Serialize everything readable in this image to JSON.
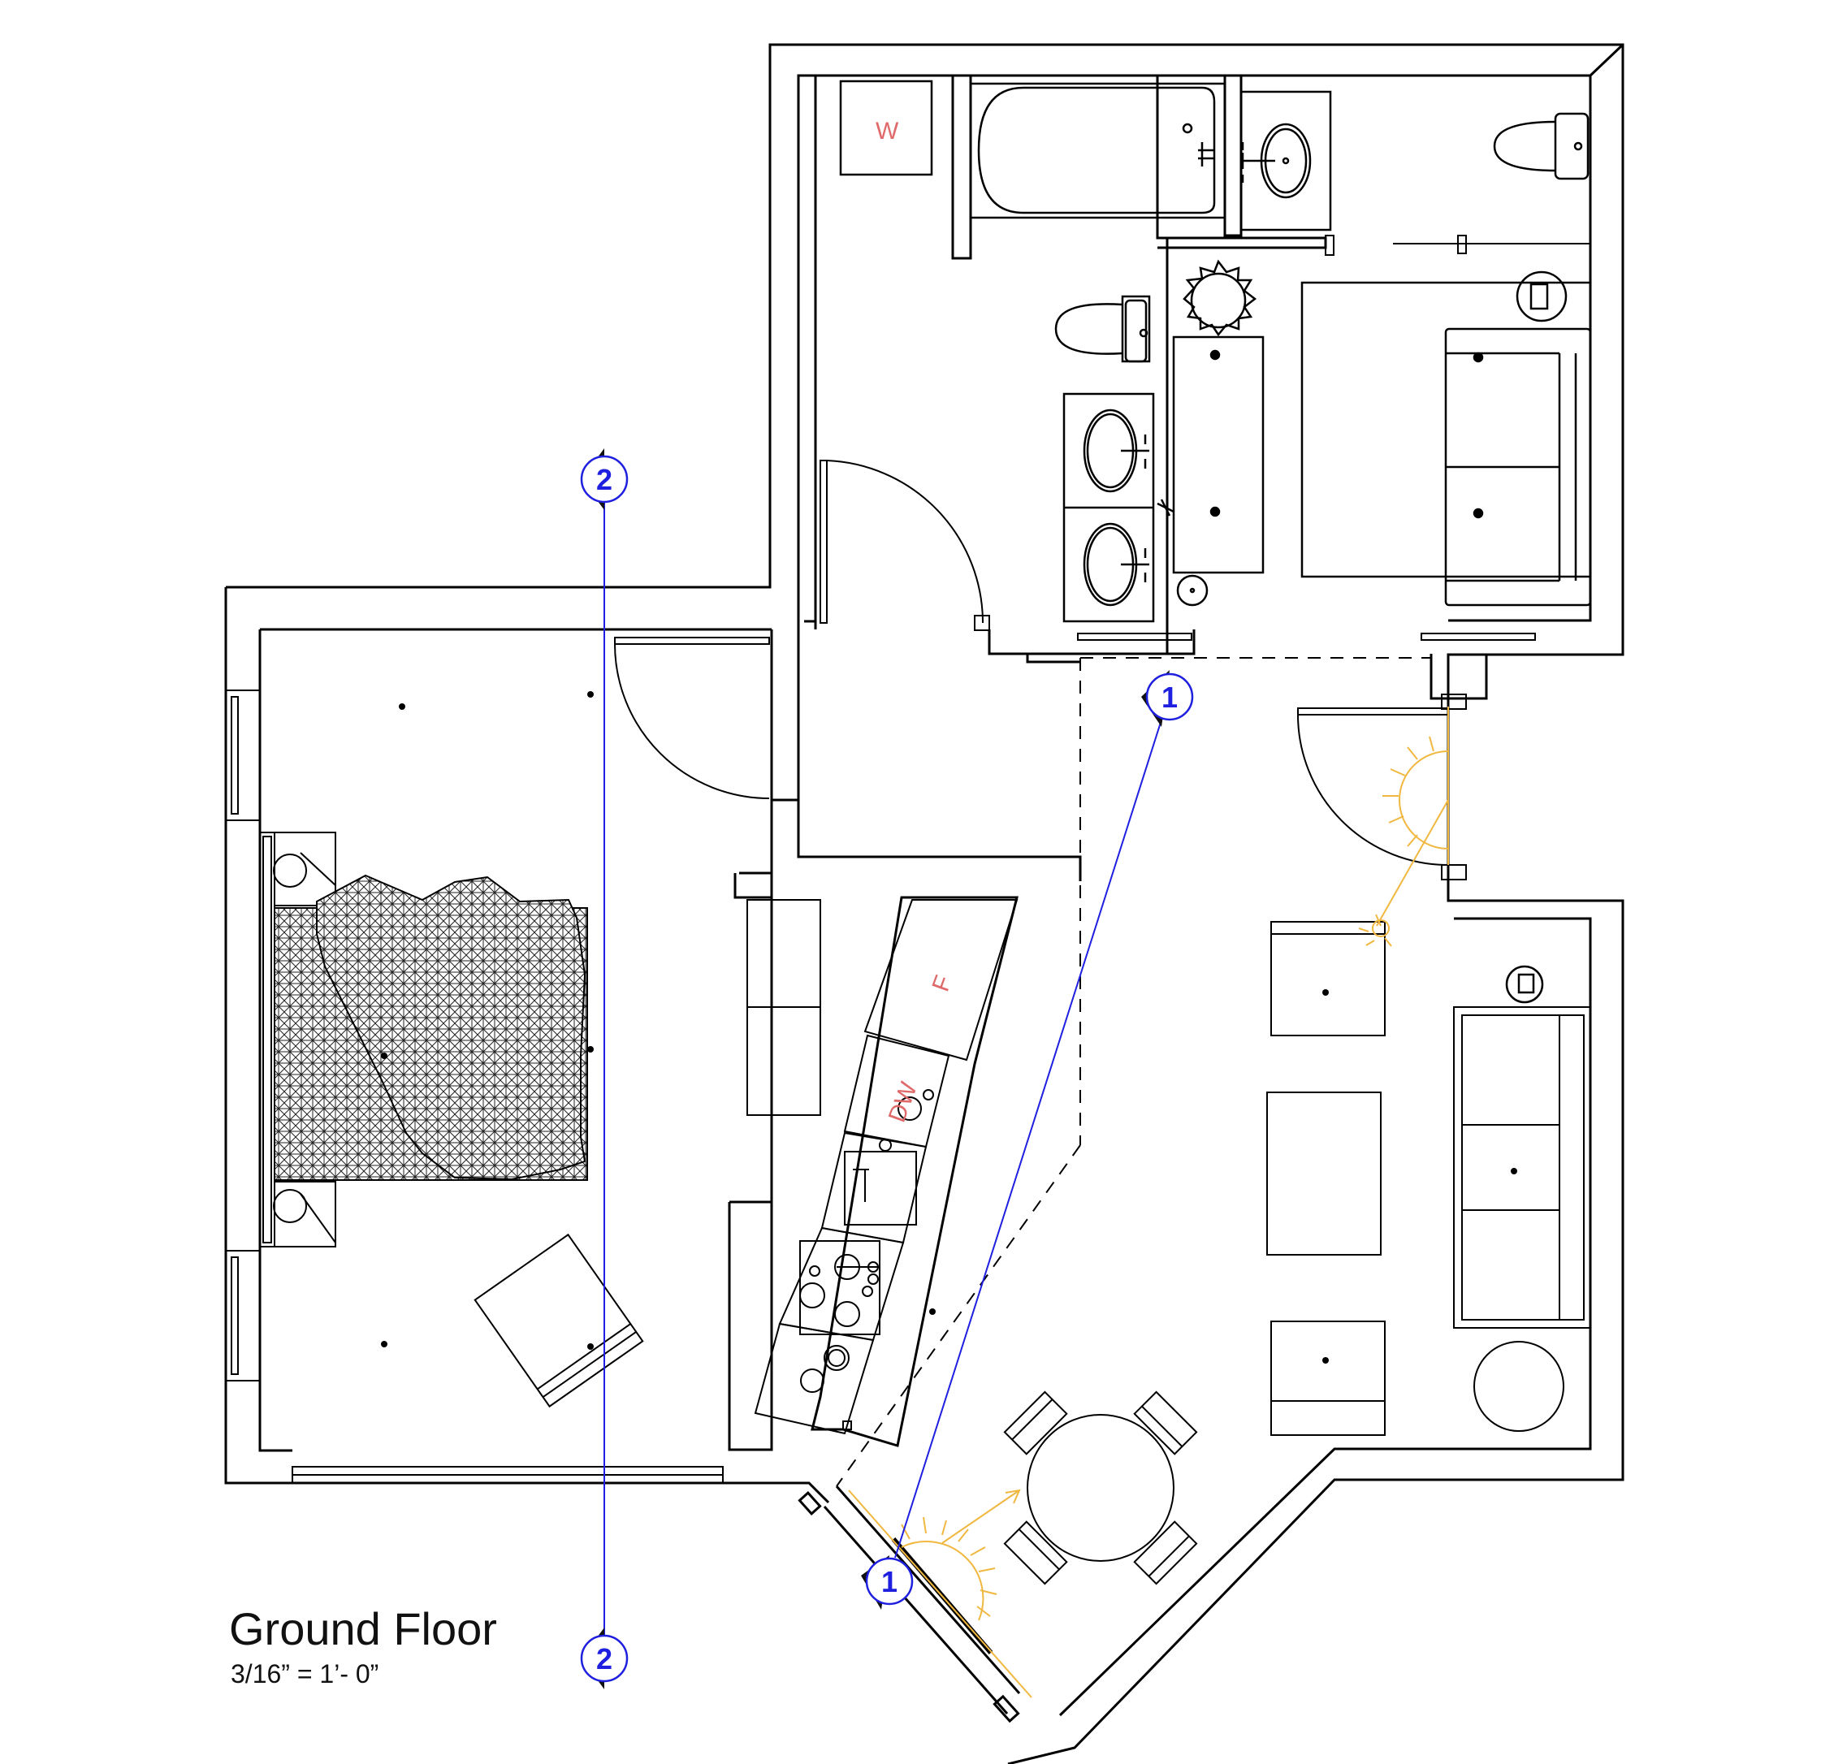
{
  "drawing": {
    "title": "Ground Floor",
    "scale": "3/16” = 1’- 0”"
  },
  "appliance_labels": {
    "washer": "W",
    "fridge": "F",
    "dishwasher": "DW"
  },
  "section_markers": [
    {
      "id": "marker-2-top",
      "label": "2"
    },
    {
      "id": "marker-2-bottom",
      "label": "2"
    },
    {
      "id": "marker-1-top",
      "label": "1"
    },
    {
      "id": "marker-1-bottom",
      "label": "1"
    }
  ],
  "colors": {
    "walls": "#000000",
    "section_line": "#1f1fe0",
    "appliance_text": "#e06a6a",
    "light_fixture": "#f0b840"
  }
}
